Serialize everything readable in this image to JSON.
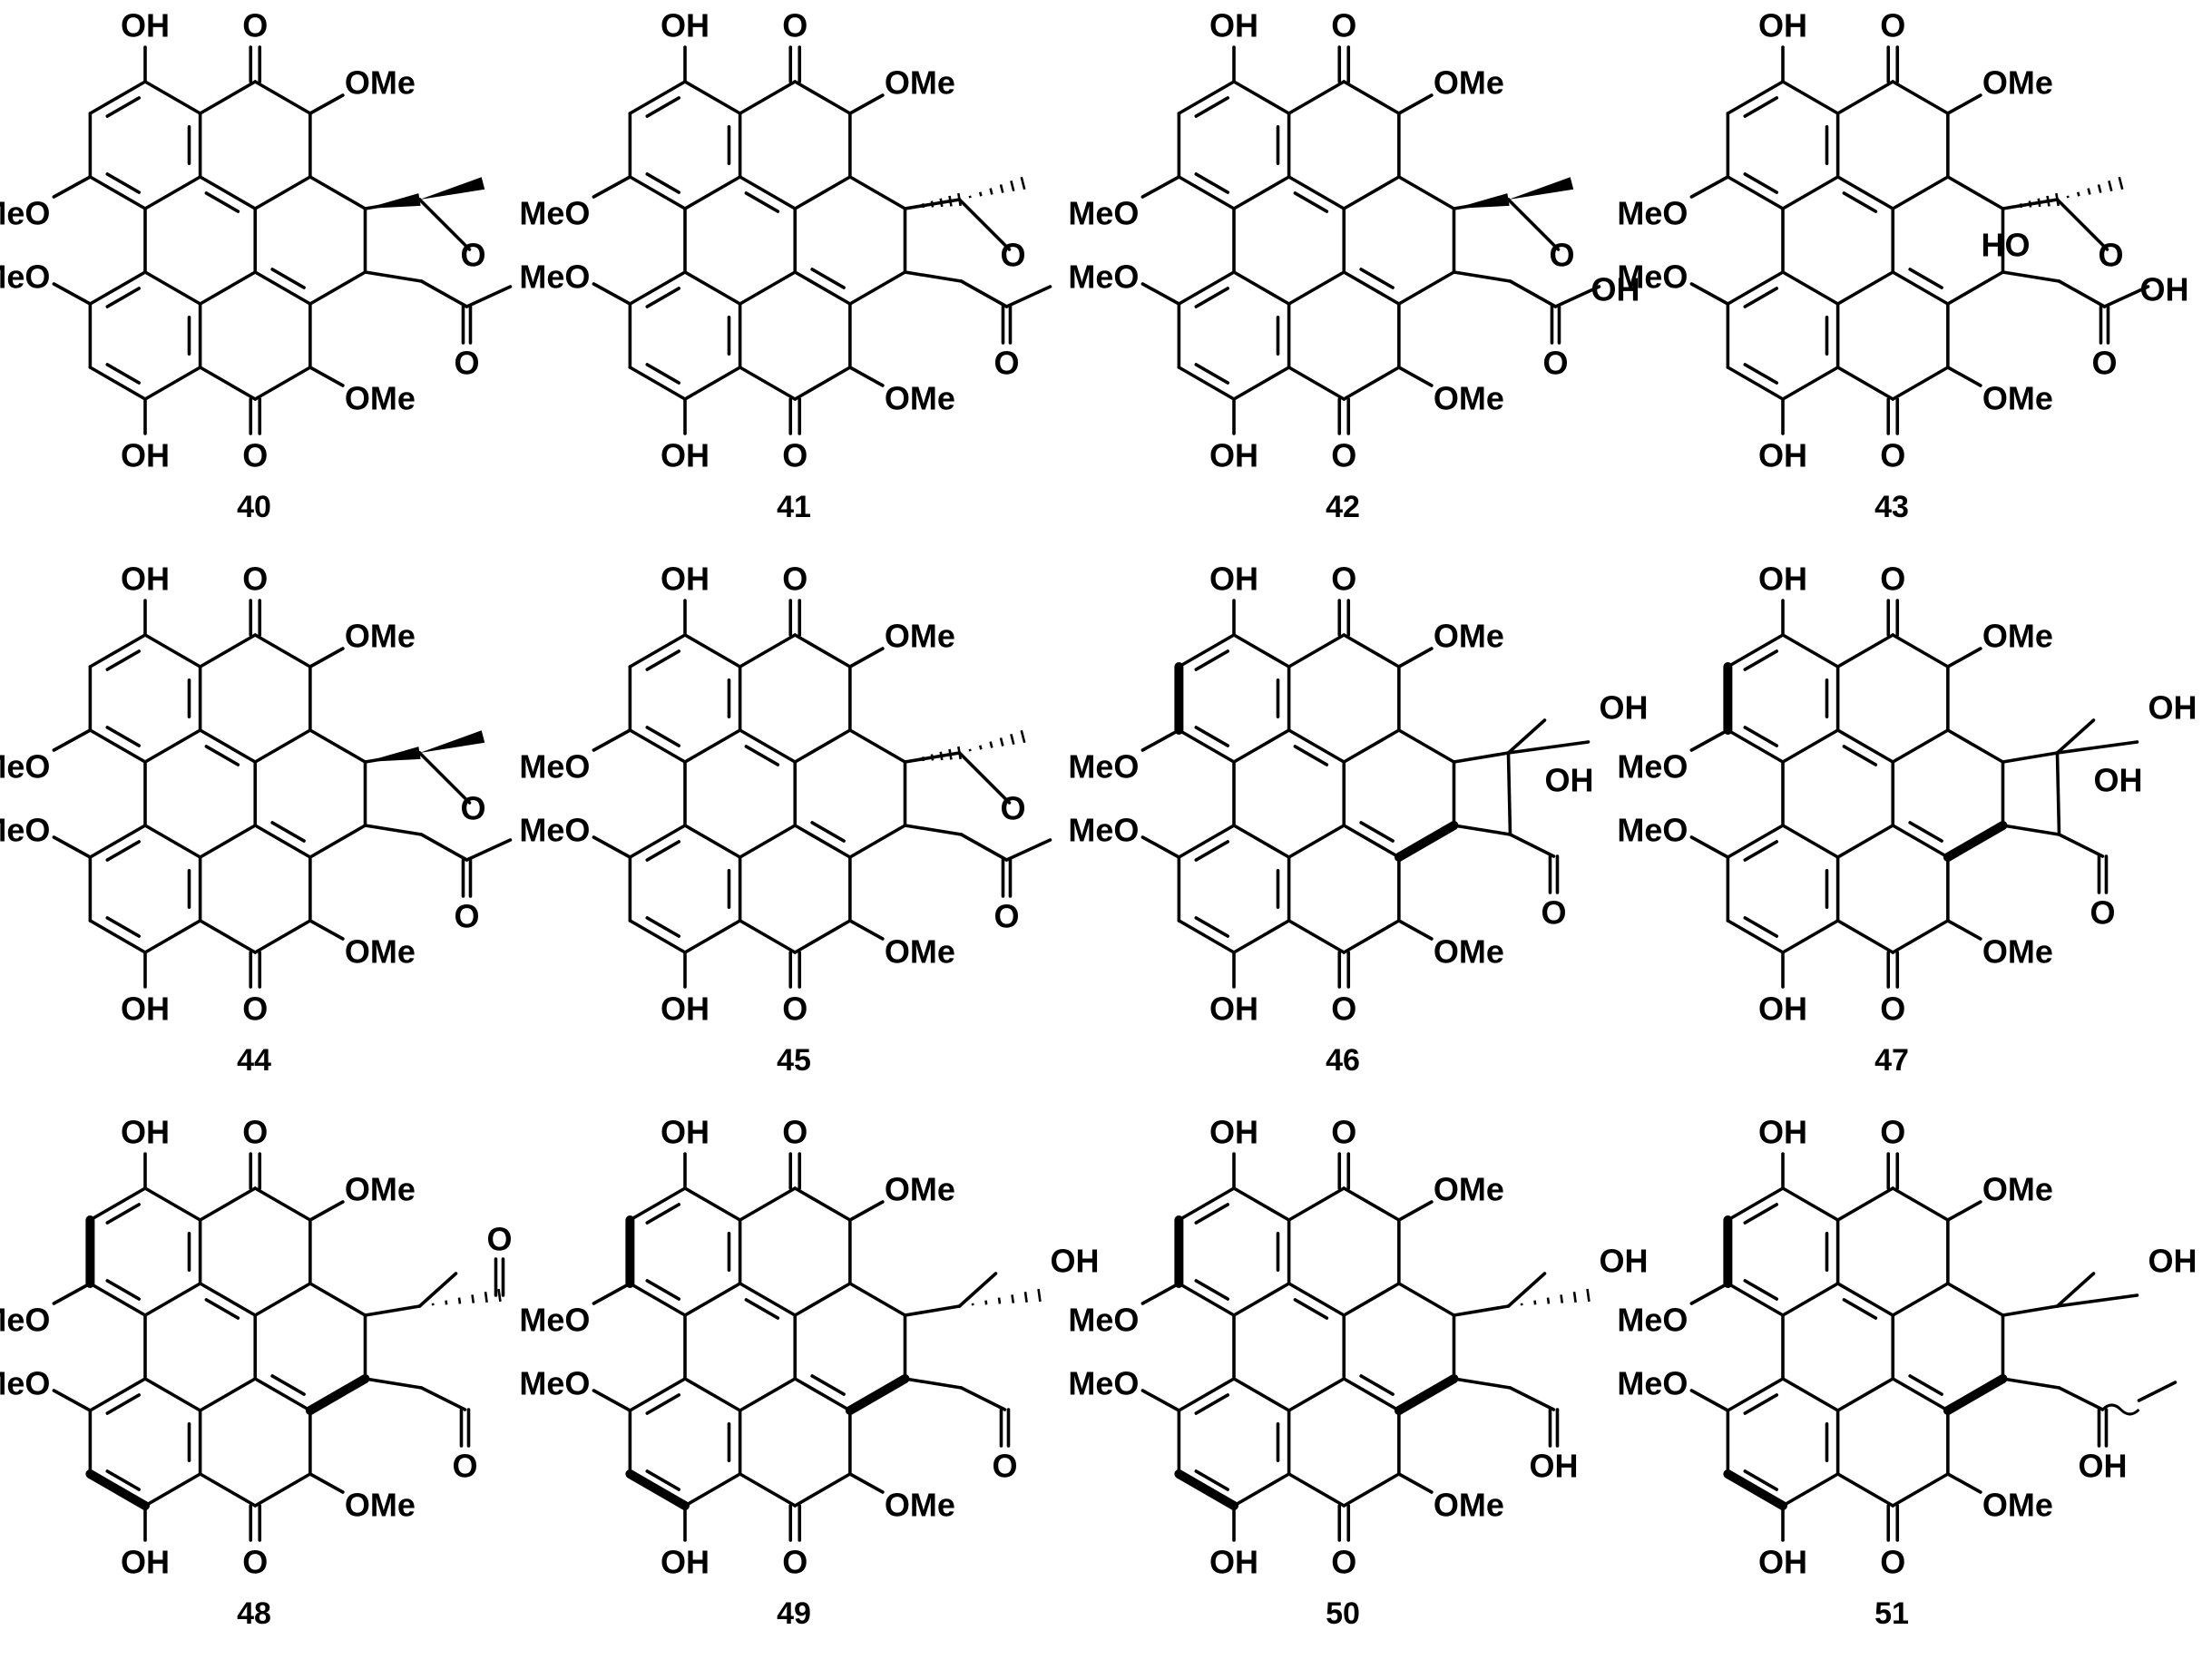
{
  "compounds": [
    {
      "number": "40"
    },
    {
      "number": "41"
    },
    {
      "number": "42"
    },
    {
      "number": "43"
    },
    {
      "number": "44"
    },
    {
      "number": "45"
    },
    {
      "number": "46"
    },
    {
      "number": "47"
    },
    {
      "number": "48"
    },
    {
      "number": "49"
    },
    {
      "number": "50"
    },
    {
      "number": "51"
    }
  ],
  "groups": {
    "hydroxyl": "OH",
    "hydroxyl_left": "HO",
    "oxygen": "O",
    "methoxy": "OMe",
    "methoxy_left": "MeO"
  }
}
